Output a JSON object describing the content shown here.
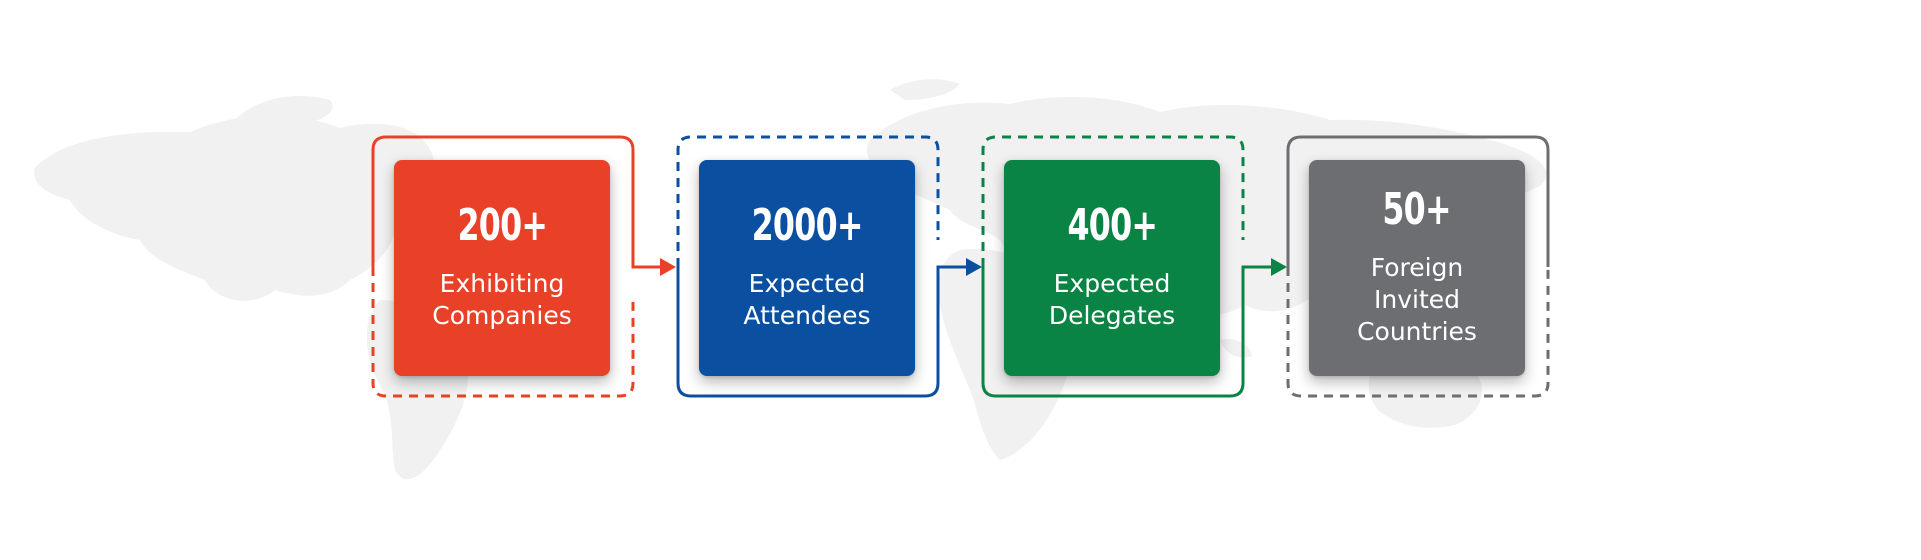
{
  "stats": [
    {
      "value": "200+",
      "label": "Exhibiting\nCompanies",
      "color": "#e94127"
    },
    {
      "value": "2000+",
      "label": "Expected\nAttendees",
      "color": "#0b4fa1"
    },
    {
      "value": "400+",
      "label": "Expected\nDelegates",
      "color": "#0a8444"
    },
    {
      "value": "50+",
      "label": "Foreign\nInvited\nCountries",
      "color": "#6d6e71"
    }
  ],
  "background": {
    "map_color": "#f0f0f0"
  }
}
